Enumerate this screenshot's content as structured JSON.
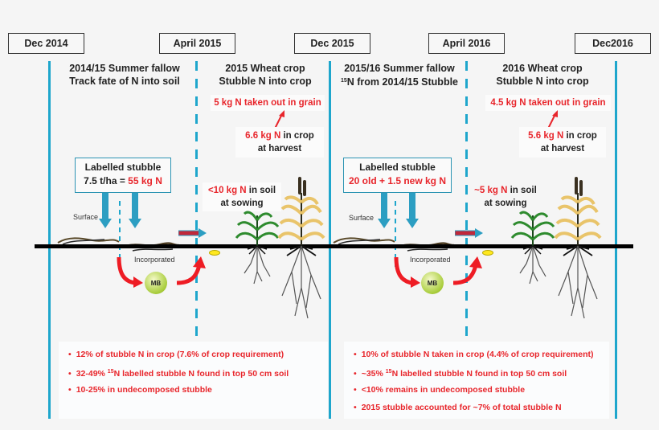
{
  "timeline": {
    "dates": [
      {
        "label": "Dec 2014"
      },
      {
        "label": "April 2015"
      },
      {
        "label": "Dec 2015"
      },
      {
        "label": "April 2016"
      },
      {
        "label": "Dec2016"
      }
    ]
  },
  "phases": [
    {
      "title_line1": "2014/15 Summer fallow",
      "title_line2": "Track fate of N into soil"
    },
    {
      "title_line1": "2015 Wheat crop",
      "title_line2": "Stubble N into crop"
    },
    {
      "title_line1": "2015/16 Summer fallow",
      "title_line2_sup": "15",
      "title_line2": "N from 2014/15 Stubble"
    },
    {
      "title_line1": "2016 Wheat crop",
      "title_line2": "Stubble N into crop"
    }
  ],
  "season_2015": {
    "stubble_box": {
      "line1": "Labelled stubble",
      "line2_prefix": "7.5 t/ha = ",
      "line2_value": "55 kg N"
    },
    "grain": {
      "value": "5 kg N taken out in grain"
    },
    "crop_harvest": {
      "value": "6.6 kg N",
      "suffix": " in crop",
      "line2": "at harvest"
    },
    "soil_sowing": {
      "value": "<10 kg N",
      "suffix": " in soil",
      "line2": "at sowing"
    },
    "surface_label": "Surface",
    "incorporated_label": "Incorporated",
    "mb_label": "MB",
    "summary": [
      {
        "text": "12% of stubble N in crop (7.6% of crop requirement)"
      },
      {
        "pre": "32-49% ",
        "sup": "15",
        "text": "N labelled stubble N found in top 50 cm soil"
      },
      {
        "text": "10-25% in undecomposed stubble"
      }
    ]
  },
  "season_2016": {
    "stubble_box": {
      "line1": "Labelled stubble",
      "line2_value": "20 old + 1.5 new kg N"
    },
    "grain": {
      "value": "4.5 kg N taken out in grain"
    },
    "crop_harvest": {
      "value": "5.6 kg N",
      "suffix": " in crop",
      "line2": "at harvest"
    },
    "soil_sowing": {
      "value": "~5 kg N",
      "suffix": " in soil",
      "line2": "at sowing"
    },
    "surface_label": "Surface",
    "incorporated_label": "Incorporated",
    "mb_label": "MB",
    "summary": [
      {
        "text": "10% of stubble N taken in crop (4.4% of crop requirement)"
      },
      {
        "pre": "~35% ",
        "sup": "15",
        "text": "N labelled stubble N found in top 50 cm soil"
      },
      {
        "text": "<10% remains in undecomposed stubble"
      },
      {
        "text": "2015 stubble accounted for ~7% of total stubble N"
      }
    ]
  },
  "colors": {
    "accent_blue": "#1ea6cc",
    "highlight_red": "#e8262c",
    "ground": "#000000",
    "green_leaf": "#2e8b2e",
    "dry_leaf": "#e9c46a"
  }
}
